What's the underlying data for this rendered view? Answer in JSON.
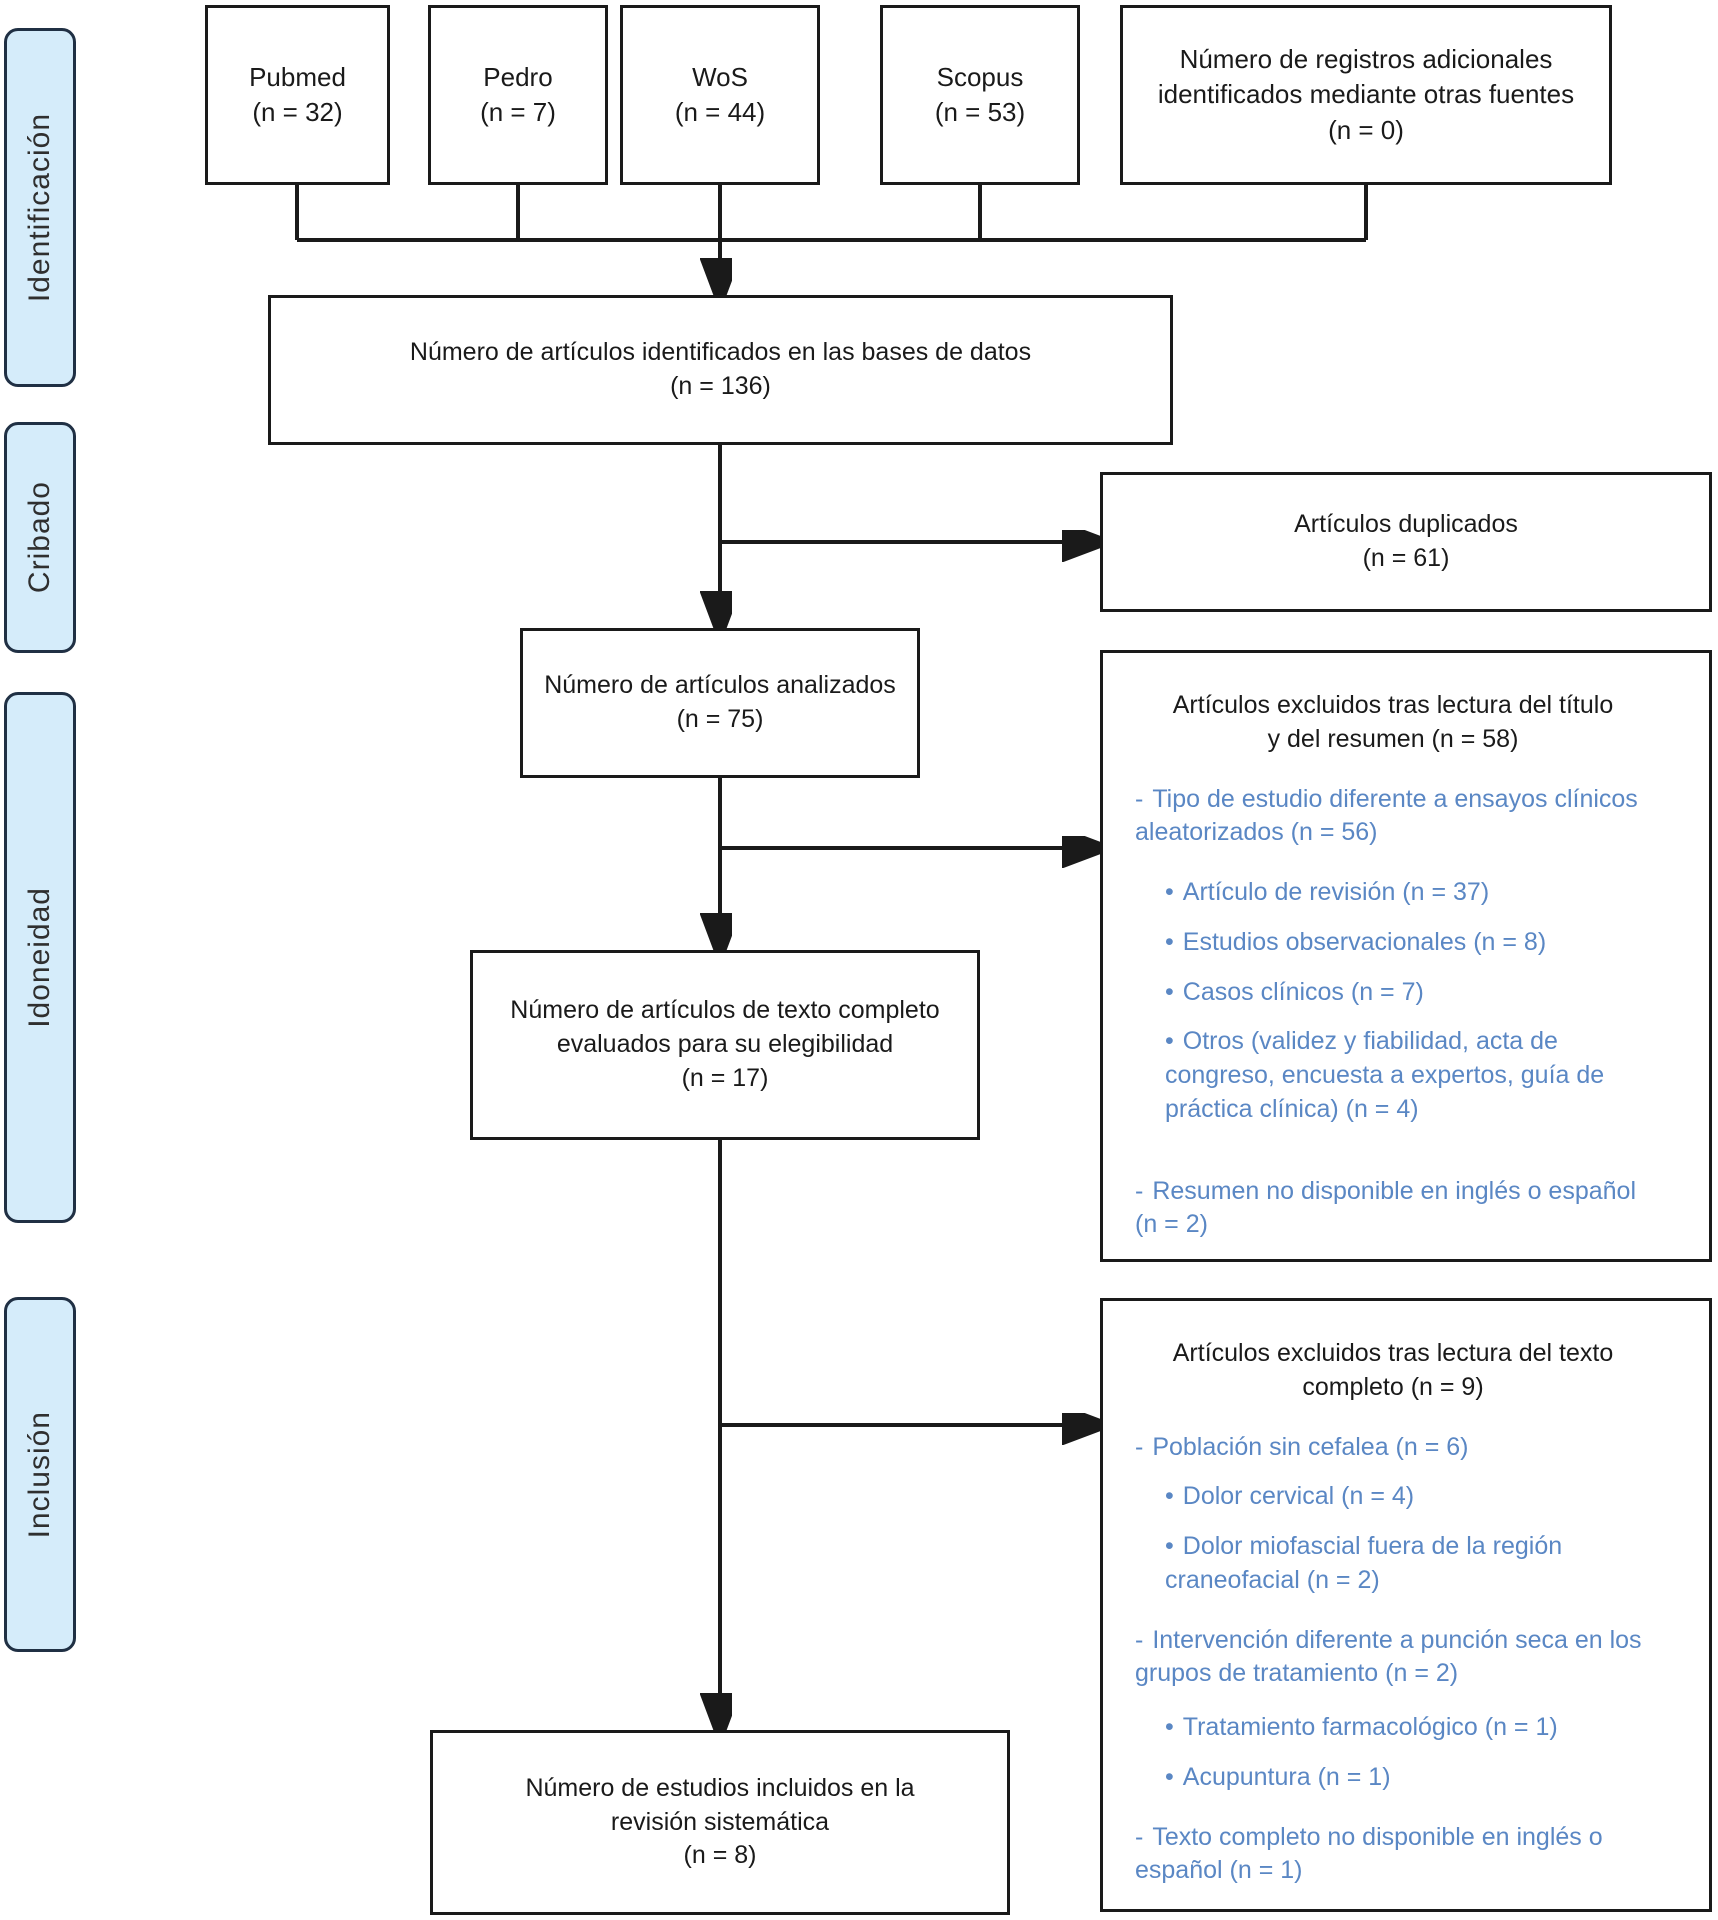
{
  "colors": {
    "blue_text": "#5a87c4",
    "tab_fill": "#d5ecfa",
    "tab_border": "#203044",
    "line": "#1a1a1a"
  },
  "sidebar": {
    "stages": [
      {
        "label": "Identificación"
      },
      {
        "label": "Cribado"
      },
      {
        "label": "Idoneidad"
      },
      {
        "label": "Inclusión"
      }
    ]
  },
  "sources": [
    {
      "name": "Pubmed",
      "count": "(n = 32)"
    },
    {
      "name": "Pedro",
      "count": "(n = 7)"
    },
    {
      "name": "WoS",
      "count": "(n = 44)"
    },
    {
      "name": "Scopus",
      "count": "(n = 53)"
    }
  ],
  "other_sources": {
    "text": "Número de registros adicionales identificados mediante otras fuentes",
    "count": "(n = 0)"
  },
  "flow": {
    "identified": {
      "text": "Número de artículos identificados en las bases de datos",
      "count": "(n = 136)"
    },
    "duplicates": {
      "text": "Artículos duplicados",
      "count": "(n = 61)"
    },
    "screened": {
      "text": "Número de artículos analizados",
      "count": "(n = 75)"
    },
    "fulltext": {
      "text": "Número de artículos de texto completo evaluados para su elegibilidad",
      "count": "(n = 17)"
    },
    "included": {
      "text": "Número de estudios incluidos en la revisión sistemática",
      "count": "(n = 8)"
    },
    "excluded_screening": {
      "title": "Artículos excluidos tras lectura del título y del resumen (n = 58)",
      "items": [
        {
          "marker": "-",
          "text": "Tipo de estudio diferente a ensayos clínicos aleatorizados (n = 56)"
        },
        {
          "marker": "•",
          "text": "Artículo de revisión (n = 37)"
        },
        {
          "marker": "•",
          "text": "Estudios observacionales (n = 8)"
        },
        {
          "marker": "•",
          "text": "Casos clínicos (n = 7)"
        },
        {
          "marker": "•",
          "text": "Otros (validez y fiabilidad, acta de congreso, encuesta a expertos, guía de práctica clínica) (n = 4)"
        },
        {
          "marker": "-",
          "text": "Resumen no disponible en inglés o español (n = 2)"
        }
      ]
    },
    "excluded_fulltext": {
      "title": "Artículos excluidos tras lectura del texto completo (n = 9)",
      "items": [
        {
          "marker": "-",
          "text": "Población sin cefalea (n = 6)"
        },
        {
          "marker": "•",
          "text": "Dolor cervical (n = 4)"
        },
        {
          "marker": "•",
          "text": "Dolor miofascial fuera de la región craneofacial (n = 2)"
        },
        {
          "marker": "-",
          "text": "Intervención diferente a punción seca en los grupos de tratamiento (n = 2)"
        },
        {
          "marker": "•",
          "text": "Tratamiento farmacológico (n = 1)"
        },
        {
          "marker": "•",
          "text": "Acupuntura (n = 1)"
        },
        {
          "marker": "-",
          "text": "Texto completo no disponible en inglés o español (n = 1)"
        }
      ]
    }
  }
}
